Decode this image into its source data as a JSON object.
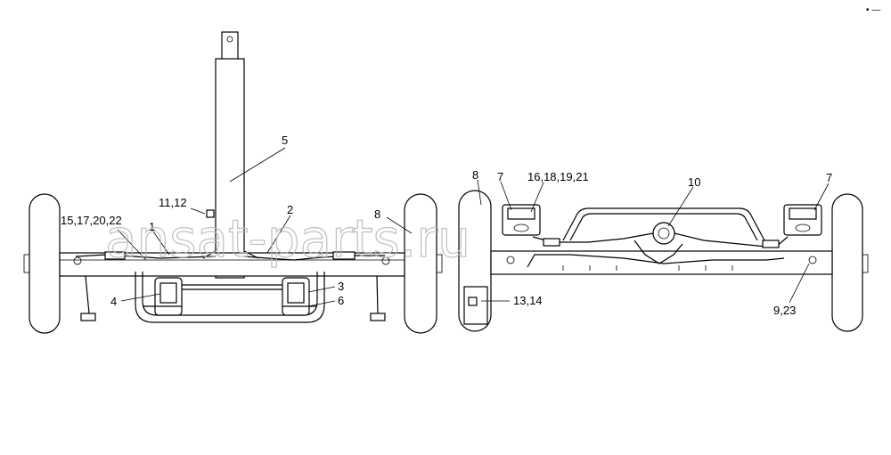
{
  "watermark": "ansat-parts.ru",
  "corner_mark": "• —",
  "left_view": {
    "labels": {
      "l5": "5",
      "l11_12": "11,12",
      "l2": "2",
      "l15_17_20_22": "15,17,20,22",
      "l1": "1",
      "l3": "3",
      "l4": "4",
      "l6": "6",
      "l8": "8"
    }
  },
  "right_view": {
    "labels": {
      "l8": "8",
      "l7_left": "7",
      "l16_18_19_21": "16,18,19,21",
      "l10": "10",
      "l7_right": "7",
      "l13_14": "13,14",
      "l9_23": "9,23"
    }
  }
}
